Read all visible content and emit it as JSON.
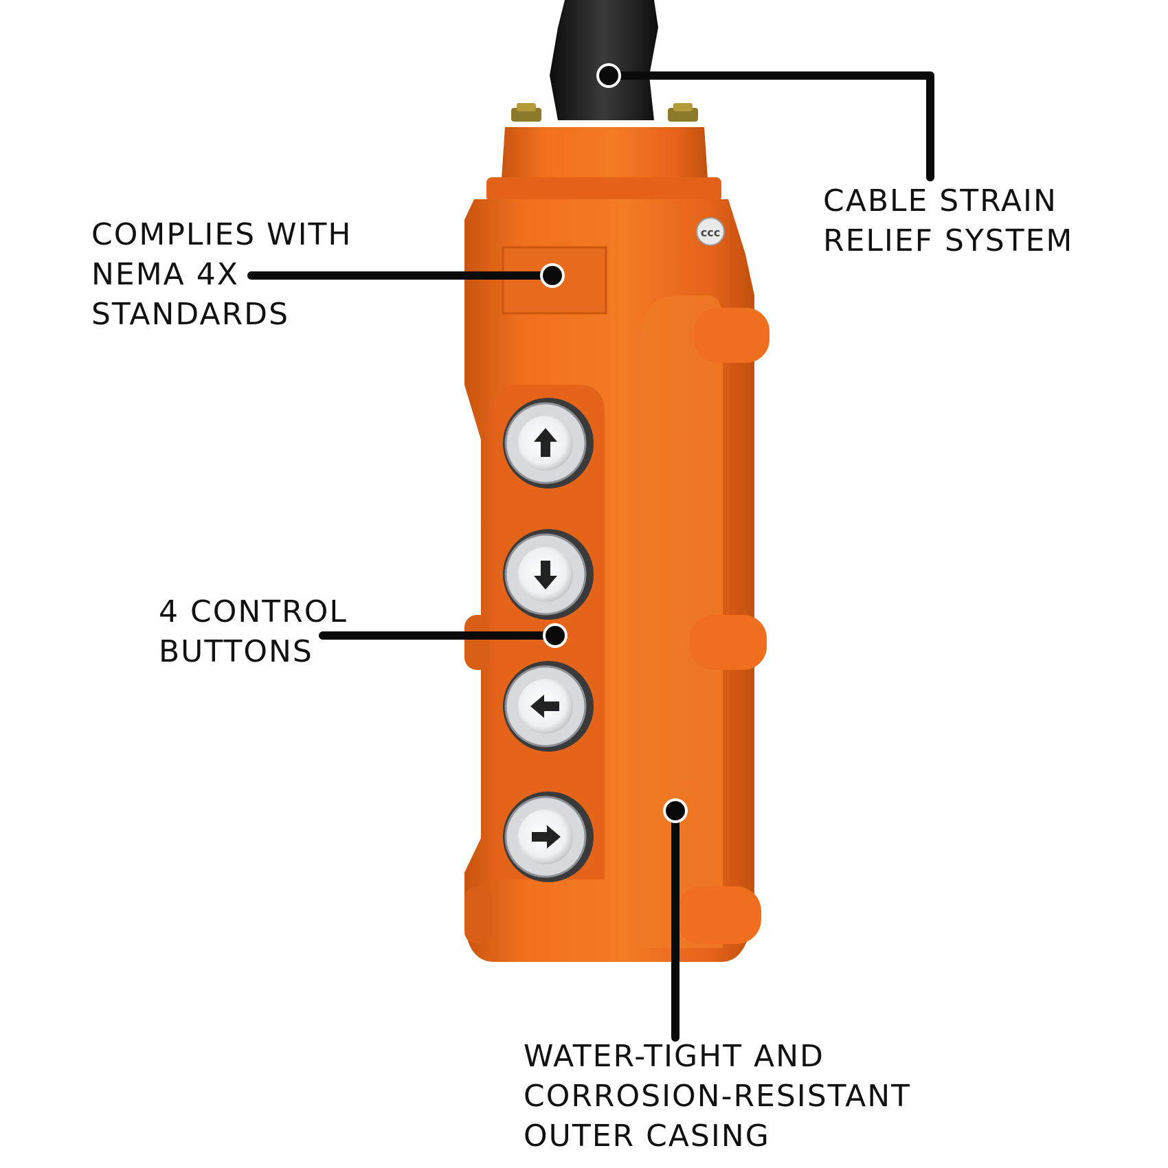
{
  "palette": {
    "casing": "#ee6a1c",
    "casing_shadow": "#c2500e",
    "casing_highlight": "#ff9a4e",
    "cable": "#1c1c1c",
    "leader": "#0a0a0a",
    "button_ring": "#d7d9dc",
    "button_face": "#ffffff",
    "arrow": "#222222",
    "text": "#111111",
    "background": "#ffffff"
  },
  "callouts": {
    "nema": {
      "lines": [
        "COMPLIES WITH",
        "NEMA 4X",
        "STANDARDS"
      ]
    },
    "cable": {
      "lines": [
        "CABLE STRAIN",
        "RELIEF SYSTEM"
      ]
    },
    "buttons": {
      "lines": [
        "4 CONTROL",
        "BUTTONS"
      ]
    },
    "casing": {
      "lines": [
        "WATER-TIGHT AND",
        "CORROSION-RESISTANT",
        "OUTER CASING"
      ]
    }
  },
  "pendant": {
    "buttons": [
      {
        "icon": "arrow-up-icon",
        "direction": "up"
      },
      {
        "icon": "arrow-down-icon",
        "direction": "down"
      },
      {
        "icon": "arrow-left-icon",
        "direction": "left"
      },
      {
        "icon": "arrow-right-icon",
        "direction": "right"
      }
    ]
  }
}
